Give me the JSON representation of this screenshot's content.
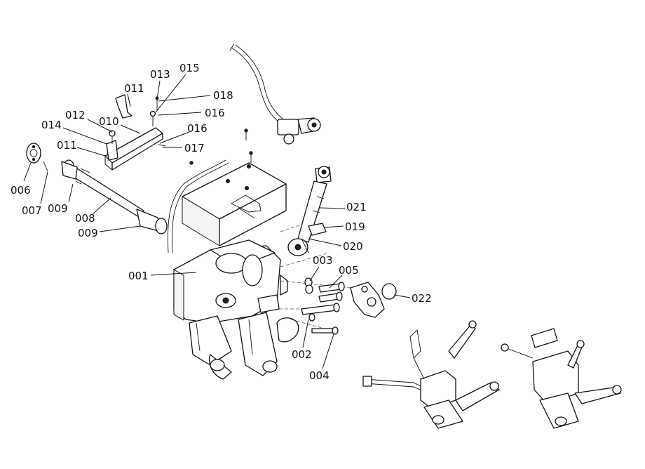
{
  "callouts": {
    "c001": "001",
    "c002": "002",
    "c003": "003",
    "c004": "004",
    "c005": "005",
    "c006": "006",
    "c007": "007",
    "c008": "008",
    "c009a": "009",
    "c009b": "009",
    "c010": "010",
    "c011a": "011",
    "c011b": "011",
    "c012": "012",
    "c013": "013",
    "c014": "014",
    "c015": "015",
    "c016a": "016",
    "c016b": "016",
    "c017": "017",
    "c018": "018",
    "c019": "019",
    "c020": "020",
    "c021": "021",
    "c022": "022"
  },
  "colors": {
    "line": "#111111",
    "background": "#ffffff"
  }
}
